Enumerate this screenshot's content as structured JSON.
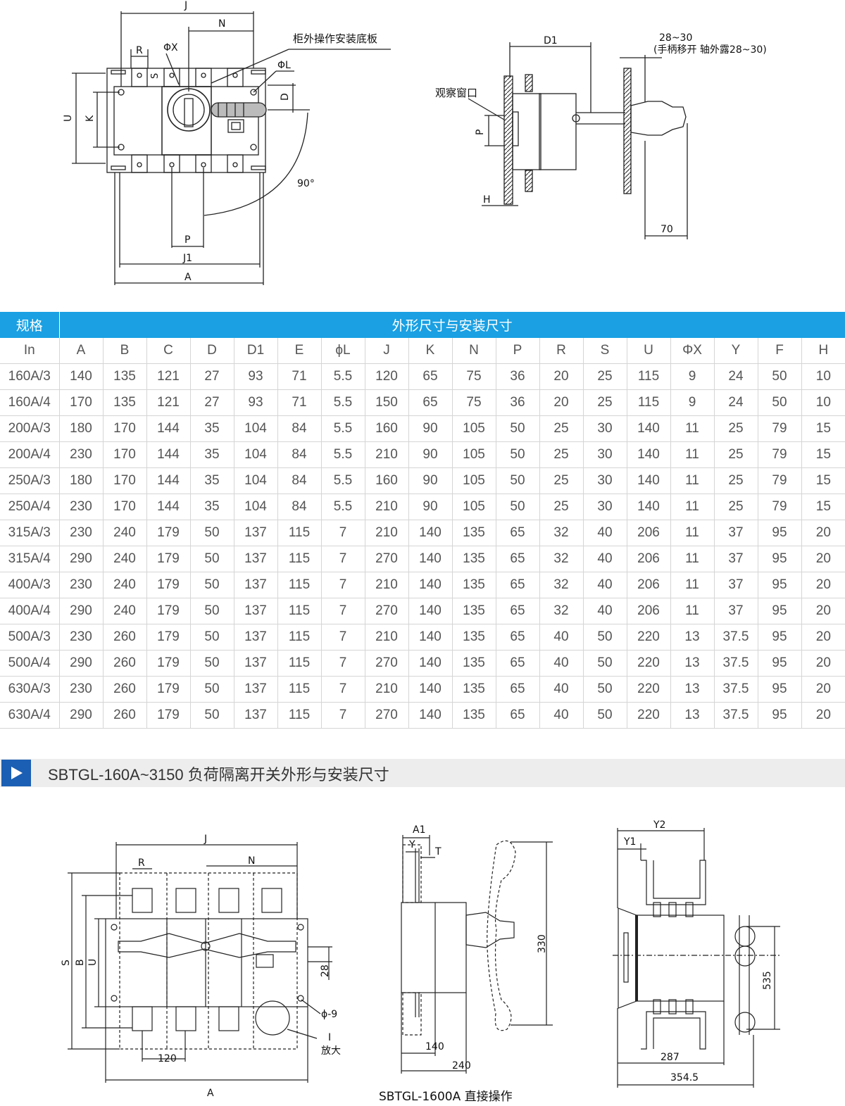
{
  "top_drawing": {
    "front": {
      "J": "J",
      "N": "N",
      "R": "R",
      "phiX": "ΦX",
      "S": "S",
      "phiL": "ΦL",
      "U": "U",
      "K": "K",
      "D": "D",
      "angle": "90°",
      "P": "P",
      "J1": "J1",
      "A": "A",
      "panel_label": "柜外操作安装底板"
    },
    "side": {
      "D1": "D1",
      "range_top": "28~30",
      "range_note": "(手柄移开 轴外露28~30)",
      "window_label": "观察窗口",
      "P": "P",
      "H": "H",
      "dim_70": "70"
    }
  },
  "table": {
    "header_left": "规格",
    "header_right": "外形尺寸与安装尺寸",
    "columns": [
      "In",
      "A",
      "B",
      "C",
      "D",
      "D1",
      "E",
      "ϕL",
      "J",
      "K",
      "N",
      "P",
      "R",
      "S",
      "U",
      "ΦX",
      "Y",
      "F",
      "H"
    ],
    "rows": [
      [
        "160A/3",
        "140",
        "135",
        "121",
        "27",
        "93",
        "71",
        "5.5",
        "120",
        "65",
        "75",
        "36",
        "20",
        "25",
        "115",
        "9",
        "24",
        "50",
        "10"
      ],
      [
        "160A/4",
        "170",
        "135",
        "121",
        "27",
        "93",
        "71",
        "5.5",
        "150",
        "65",
        "75",
        "36",
        "20",
        "25",
        "115",
        "9",
        "24",
        "50",
        "10"
      ],
      [
        "200A/3",
        "180",
        "170",
        "144",
        "35",
        "104",
        "84",
        "5.5",
        "160",
        "90",
        "105",
        "50",
        "25",
        "30",
        "140",
        "11",
        "25",
        "79",
        "15"
      ],
      [
        "200A/4",
        "230",
        "170",
        "144",
        "35",
        "104",
        "84",
        "5.5",
        "210",
        "90",
        "105",
        "50",
        "25",
        "30",
        "140",
        "11",
        "25",
        "79",
        "15"
      ],
      [
        "250A/3",
        "180",
        "170",
        "144",
        "35",
        "104",
        "84",
        "5.5",
        "160",
        "90",
        "105",
        "50",
        "25",
        "30",
        "140",
        "11",
        "25",
        "79",
        "15"
      ],
      [
        "250A/4",
        "230",
        "170",
        "144",
        "35",
        "104",
        "84",
        "5.5",
        "210",
        "90",
        "105",
        "50",
        "25",
        "30",
        "140",
        "11",
        "25",
        "79",
        "15"
      ],
      [
        "315A/3",
        "230",
        "240",
        "179",
        "50",
        "137",
        "115",
        "7",
        "210",
        "140",
        "135",
        "65",
        "32",
        "40",
        "206",
        "11",
        "37",
        "95",
        "20"
      ],
      [
        "315A/4",
        "290",
        "240",
        "179",
        "50",
        "137",
        "115",
        "7",
        "270",
        "140",
        "135",
        "65",
        "32",
        "40",
        "206",
        "11",
        "37",
        "95",
        "20"
      ],
      [
        "400A/3",
        "230",
        "240",
        "179",
        "50",
        "137",
        "115",
        "7",
        "210",
        "140",
        "135",
        "65",
        "32",
        "40",
        "206",
        "11",
        "37",
        "95",
        "20"
      ],
      [
        "400A/4",
        "290",
        "240",
        "179",
        "50",
        "137",
        "115",
        "7",
        "270",
        "140",
        "135",
        "65",
        "32",
        "40",
        "206",
        "11",
        "37",
        "95",
        "20"
      ],
      [
        "500A/3",
        "230",
        "260",
        "179",
        "50",
        "137",
        "115",
        "7",
        "210",
        "140",
        "135",
        "65",
        "40",
        "50",
        "220",
        "13",
        "37.5",
        "95",
        "20"
      ],
      [
        "500A/4",
        "290",
        "260",
        "179",
        "50",
        "137",
        "115",
        "7",
        "270",
        "140",
        "135",
        "65",
        "40",
        "50",
        "220",
        "13",
        "37.5",
        "95",
        "20"
      ],
      [
        "630A/3",
        "230",
        "260",
        "179",
        "50",
        "137",
        "115",
        "7",
        "210",
        "140",
        "135",
        "65",
        "40",
        "50",
        "220",
        "13",
        "37.5",
        "95",
        "20"
      ],
      [
        "630A/4",
        "290",
        "260",
        "179",
        "50",
        "137",
        "115",
        "7",
        "270",
        "140",
        "135",
        "65",
        "40",
        "50",
        "220",
        "13",
        "37.5",
        "95",
        "20"
      ]
    ]
  },
  "section": {
    "title": "SBTGL-160A~3150 负荷隔离开关外形与安装尺寸"
  },
  "bottom_drawing": {
    "front": {
      "J": "J",
      "R": "R",
      "N": "N",
      "S": "S",
      "B": "B",
      "U": "U",
      "dim_28": "28",
      "phi9": "ϕ-9",
      "I": "I",
      "enlarge": "放大",
      "dim_120": "120",
      "A": "A"
    },
    "side": {
      "A1": "A1",
      "Y": "Y",
      "T": "T",
      "dim_330": "330",
      "dim_140": "140",
      "dim_240": "240",
      "caption": "SBTGL-1600A 直接操作"
    },
    "rear": {
      "Y2": "Y2",
      "Y1": "Y1",
      "dim_535": "535",
      "dim_287": "287",
      "dim_354": "354.5"
    }
  }
}
